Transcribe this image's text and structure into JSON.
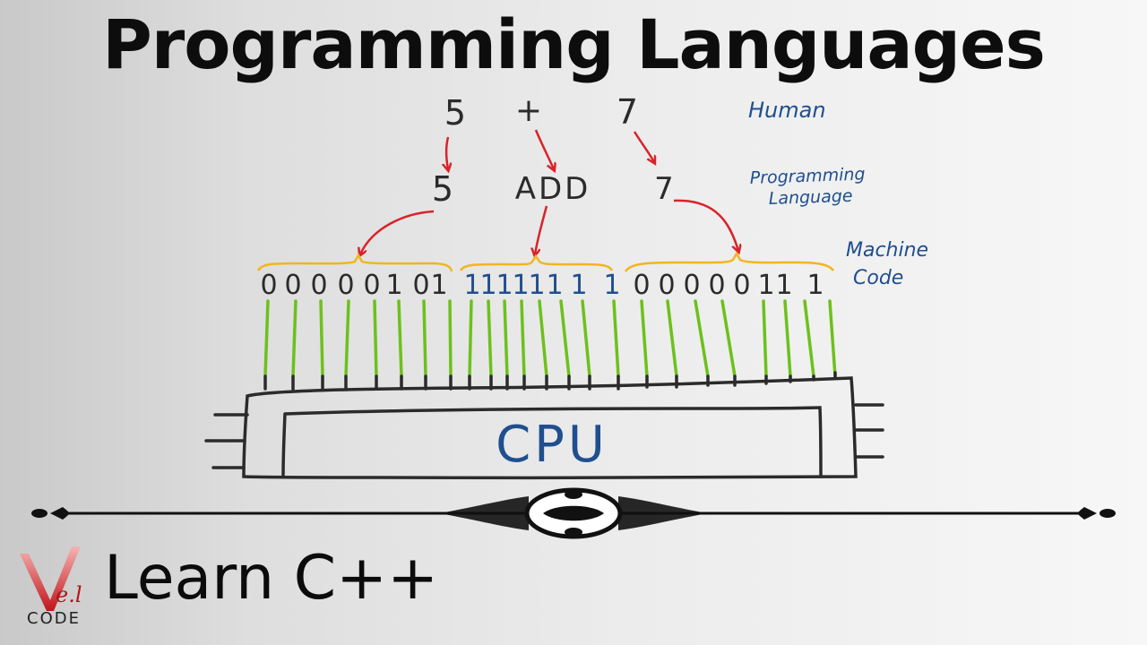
{
  "title": "Programming Languages",
  "diagram": {
    "human": {
      "left": "5",
      "op": "+",
      "right": "7",
      "label": "Human"
    },
    "programming": {
      "left": "5",
      "op": "ADD",
      "right": "7",
      "label_line1": "Programming",
      "label_line2": "Language"
    },
    "machine": {
      "groups": [
        "00000101",
        "11111111",
        "00000111"
      ],
      "label_line1": "Machine",
      "label_line2": "Code"
    },
    "cpu_label": "CPU"
  },
  "footer": {
    "logo_mark": "V",
    "logo_sup": "e.l",
    "logo_text": "CODE",
    "course_title": "Learn C++"
  },
  "colors": {
    "arrow": "#d8232a",
    "wire": "#6cc11b",
    "brace": "#f2b51e",
    "blue_text": "#1f4f8f",
    "ink": "#2b2b2b"
  }
}
